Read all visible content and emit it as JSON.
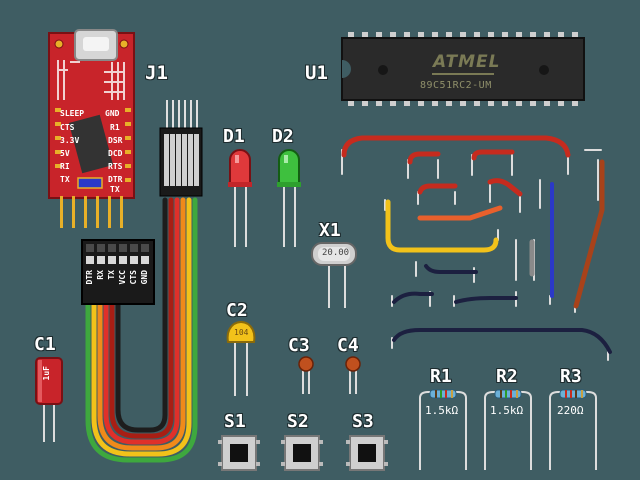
{
  "labels": {
    "j1": "J1",
    "u1": "U1",
    "d1": "D1",
    "d2": "D2",
    "x1": "X1",
    "c1": "C1",
    "c2": "C2",
    "c3": "C3",
    "c4": "C4",
    "s1": "S1",
    "s2": "S2",
    "s3": "S3",
    "r1": "R1",
    "r2": "R2",
    "r3": "R3"
  },
  "chip": {
    "brand": "ATMEL",
    "part": "89C51RC2-UM"
  },
  "crystal": {
    "value": "20.00"
  },
  "c2_value": "104",
  "c1_value": "1uF",
  "resistors": {
    "r1": "1.5kΩ",
    "r2": "1.5kΩ",
    "r3": "220Ω"
  },
  "usb_board": {
    "top_left": "SLEEP",
    "top_right": "GND",
    "left_pins": [
      "CTS",
      "3.3V",
      "5V",
      "RI",
      "TX"
    ],
    "right_pins": [
      "R1",
      "DSR",
      "DCD",
      "RTS",
      "DTR",
      "TX"
    ]
  },
  "header_pins": [
    "DTR",
    "RX",
    "TX",
    "VCC",
    "CTS",
    "GND"
  ],
  "colors": {
    "background": "#3f5d63",
    "board_red": "#c8242a",
    "chip_body": "#2a2a2a",
    "led_red": "#e0393b",
    "led_green": "#3ec03e",
    "wire_red": "#c62b1e",
    "wire_yellow": "#f2c21a",
    "wire_blue": "#2b39c8",
    "wire_navy": "#1c2040",
    "wire_orange": "#e8602c",
    "wire_brown": "#a8421a",
    "wire_gray": "#8a8a8a"
  }
}
